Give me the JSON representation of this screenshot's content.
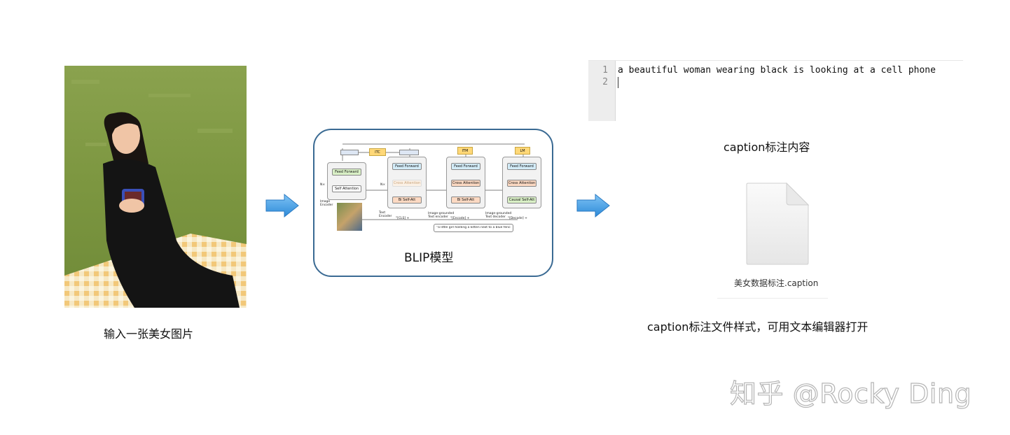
{
  "left": {
    "caption": "输入一张美女图片"
  },
  "model": {
    "label": "BLIP模型",
    "diagram": {
      "itc": "ITC",
      "itm": "ITM",
      "lm": "LM",
      "feed_forward": "Feed Forward",
      "self_attention": "Self Attention",
      "cross_attention": "Cross Attention",
      "bi_self_att": "Bi Self-Att",
      "causal_self_att": "Causal Self-Att",
      "nx": "N×",
      "image_encoder": "Image Encoder",
      "text_encoder": "Text Encoder",
      "img_text_encoder": "Image-grounded Text encoder",
      "img_text_decoder": "Image-grounded Text decoder",
      "cls": "\"[CLS] +",
      "encode": "\"[Encode] +",
      "decode": "\"[Decode] +",
      "sentence": "\"a little girl holding a kitten next to a blue fence\""
    }
  },
  "editor": {
    "lines": [
      {
        "num": "1",
        "text": "a beautiful woman wearing black is looking at a cell phone"
      },
      {
        "num": "2",
        "text": ""
      }
    ]
  },
  "right": {
    "caption_title": "caption标注内容",
    "file_name": "美女数据标注.caption",
    "file_desc": "caption标注文件样式，可用文本编辑器打开"
  },
  "watermark": "知乎 @Rocky Ding"
}
